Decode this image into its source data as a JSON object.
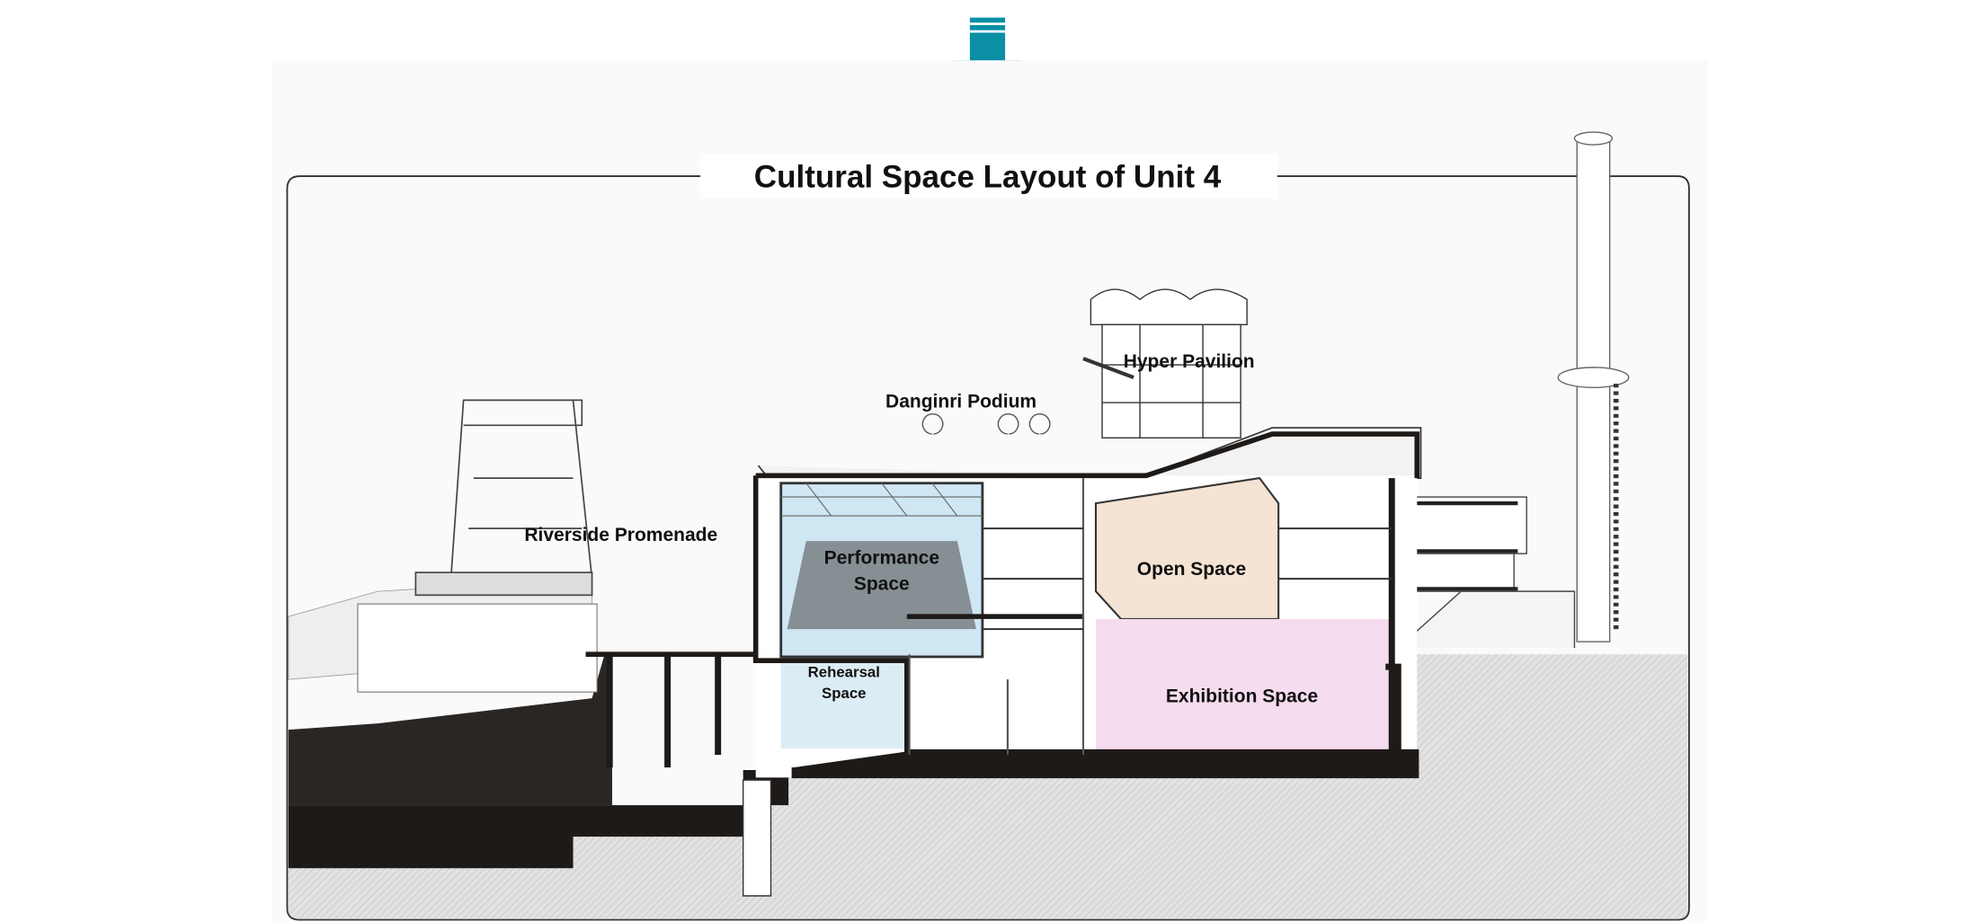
{
  "title": "Cultural Space Layout of Unit 4",
  "colors": {
    "arrow": "#0a8fa5",
    "performance_tint": "#cfe6f3",
    "open_tint": "#f5e3d3",
    "exhibition_tint": "#f6dcef",
    "rehearsal_tint": "#dcecf5",
    "section_black": "#1e1a18",
    "ground": "#dcdcdc"
  },
  "labels": {
    "riverside_promenade": "Riverside Promenade",
    "danginri_podium": "Danginri Podium",
    "hyper_pavilion": "Hyper Pavilion",
    "performance_space_1": "Performance",
    "performance_space_2": "Space",
    "open_space": "Open Space",
    "rehearsal_space_1": "Rehearsal",
    "rehearsal_space_2": "Space",
    "exhibition_space": "Exhibition Space"
  },
  "icons": {
    "top_arrow": "arrow-down-icon"
  }
}
